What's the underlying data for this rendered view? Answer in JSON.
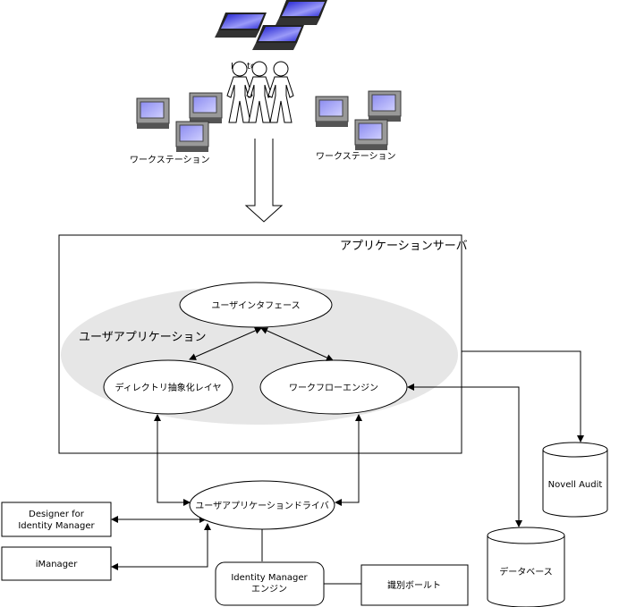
{
  "labels": {
    "laptops": "Laptops",
    "workstation_left": "ワークステーション",
    "workstation_right": "ワークステーション",
    "app_server": "アプリケーションサーバ",
    "user_application": "ユーザアプリケーション",
    "user_interface": "ユーザインタフェース",
    "directory_layer": "ディレクトリ抽象化レイヤ",
    "workflow_engine": "ワークフローエンジン",
    "ua_driver": "ユーザアプリケーションドライバ",
    "designer_line1": "Designer for",
    "designer_line2": "Identity Manager",
    "imanager": "iManager",
    "engine_line1": "Identity Manager",
    "engine_line2": "エンジン",
    "vault": "識別ボールト",
    "novell_audit": "Novell Audit",
    "database": "データベース"
  },
  "colors": {
    "screen": "#5b5bf0",
    "ellipse_fill": "#e6e6e6"
  }
}
